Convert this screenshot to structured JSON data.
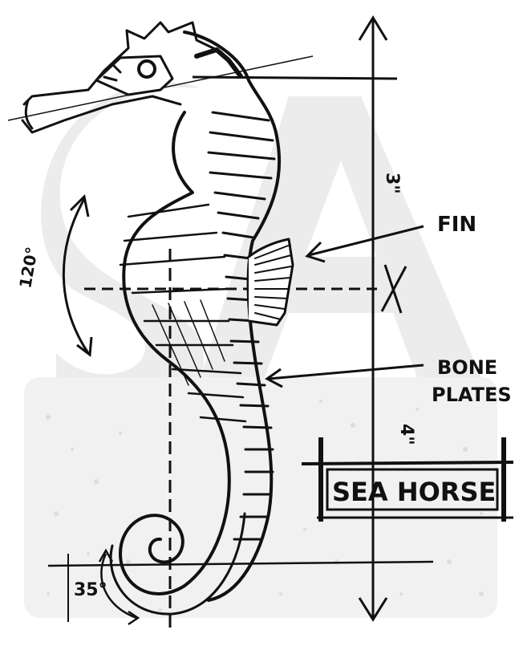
{
  "watermark": {
    "letters": [
      "S",
      "A"
    ]
  },
  "labels": {
    "fin": "FIN",
    "bone_plates_line1": "BONE",
    "bone_plates_line2": "PLATES",
    "title": "SEA HORSE",
    "dim_upper": "3\"",
    "dim_lower": "4\"",
    "angle_left": "120°",
    "angle_bottom": "35°"
  },
  "colors": {
    "ink": "#111111",
    "watermark": "#ececec",
    "texture": "#d9d9d9"
  }
}
